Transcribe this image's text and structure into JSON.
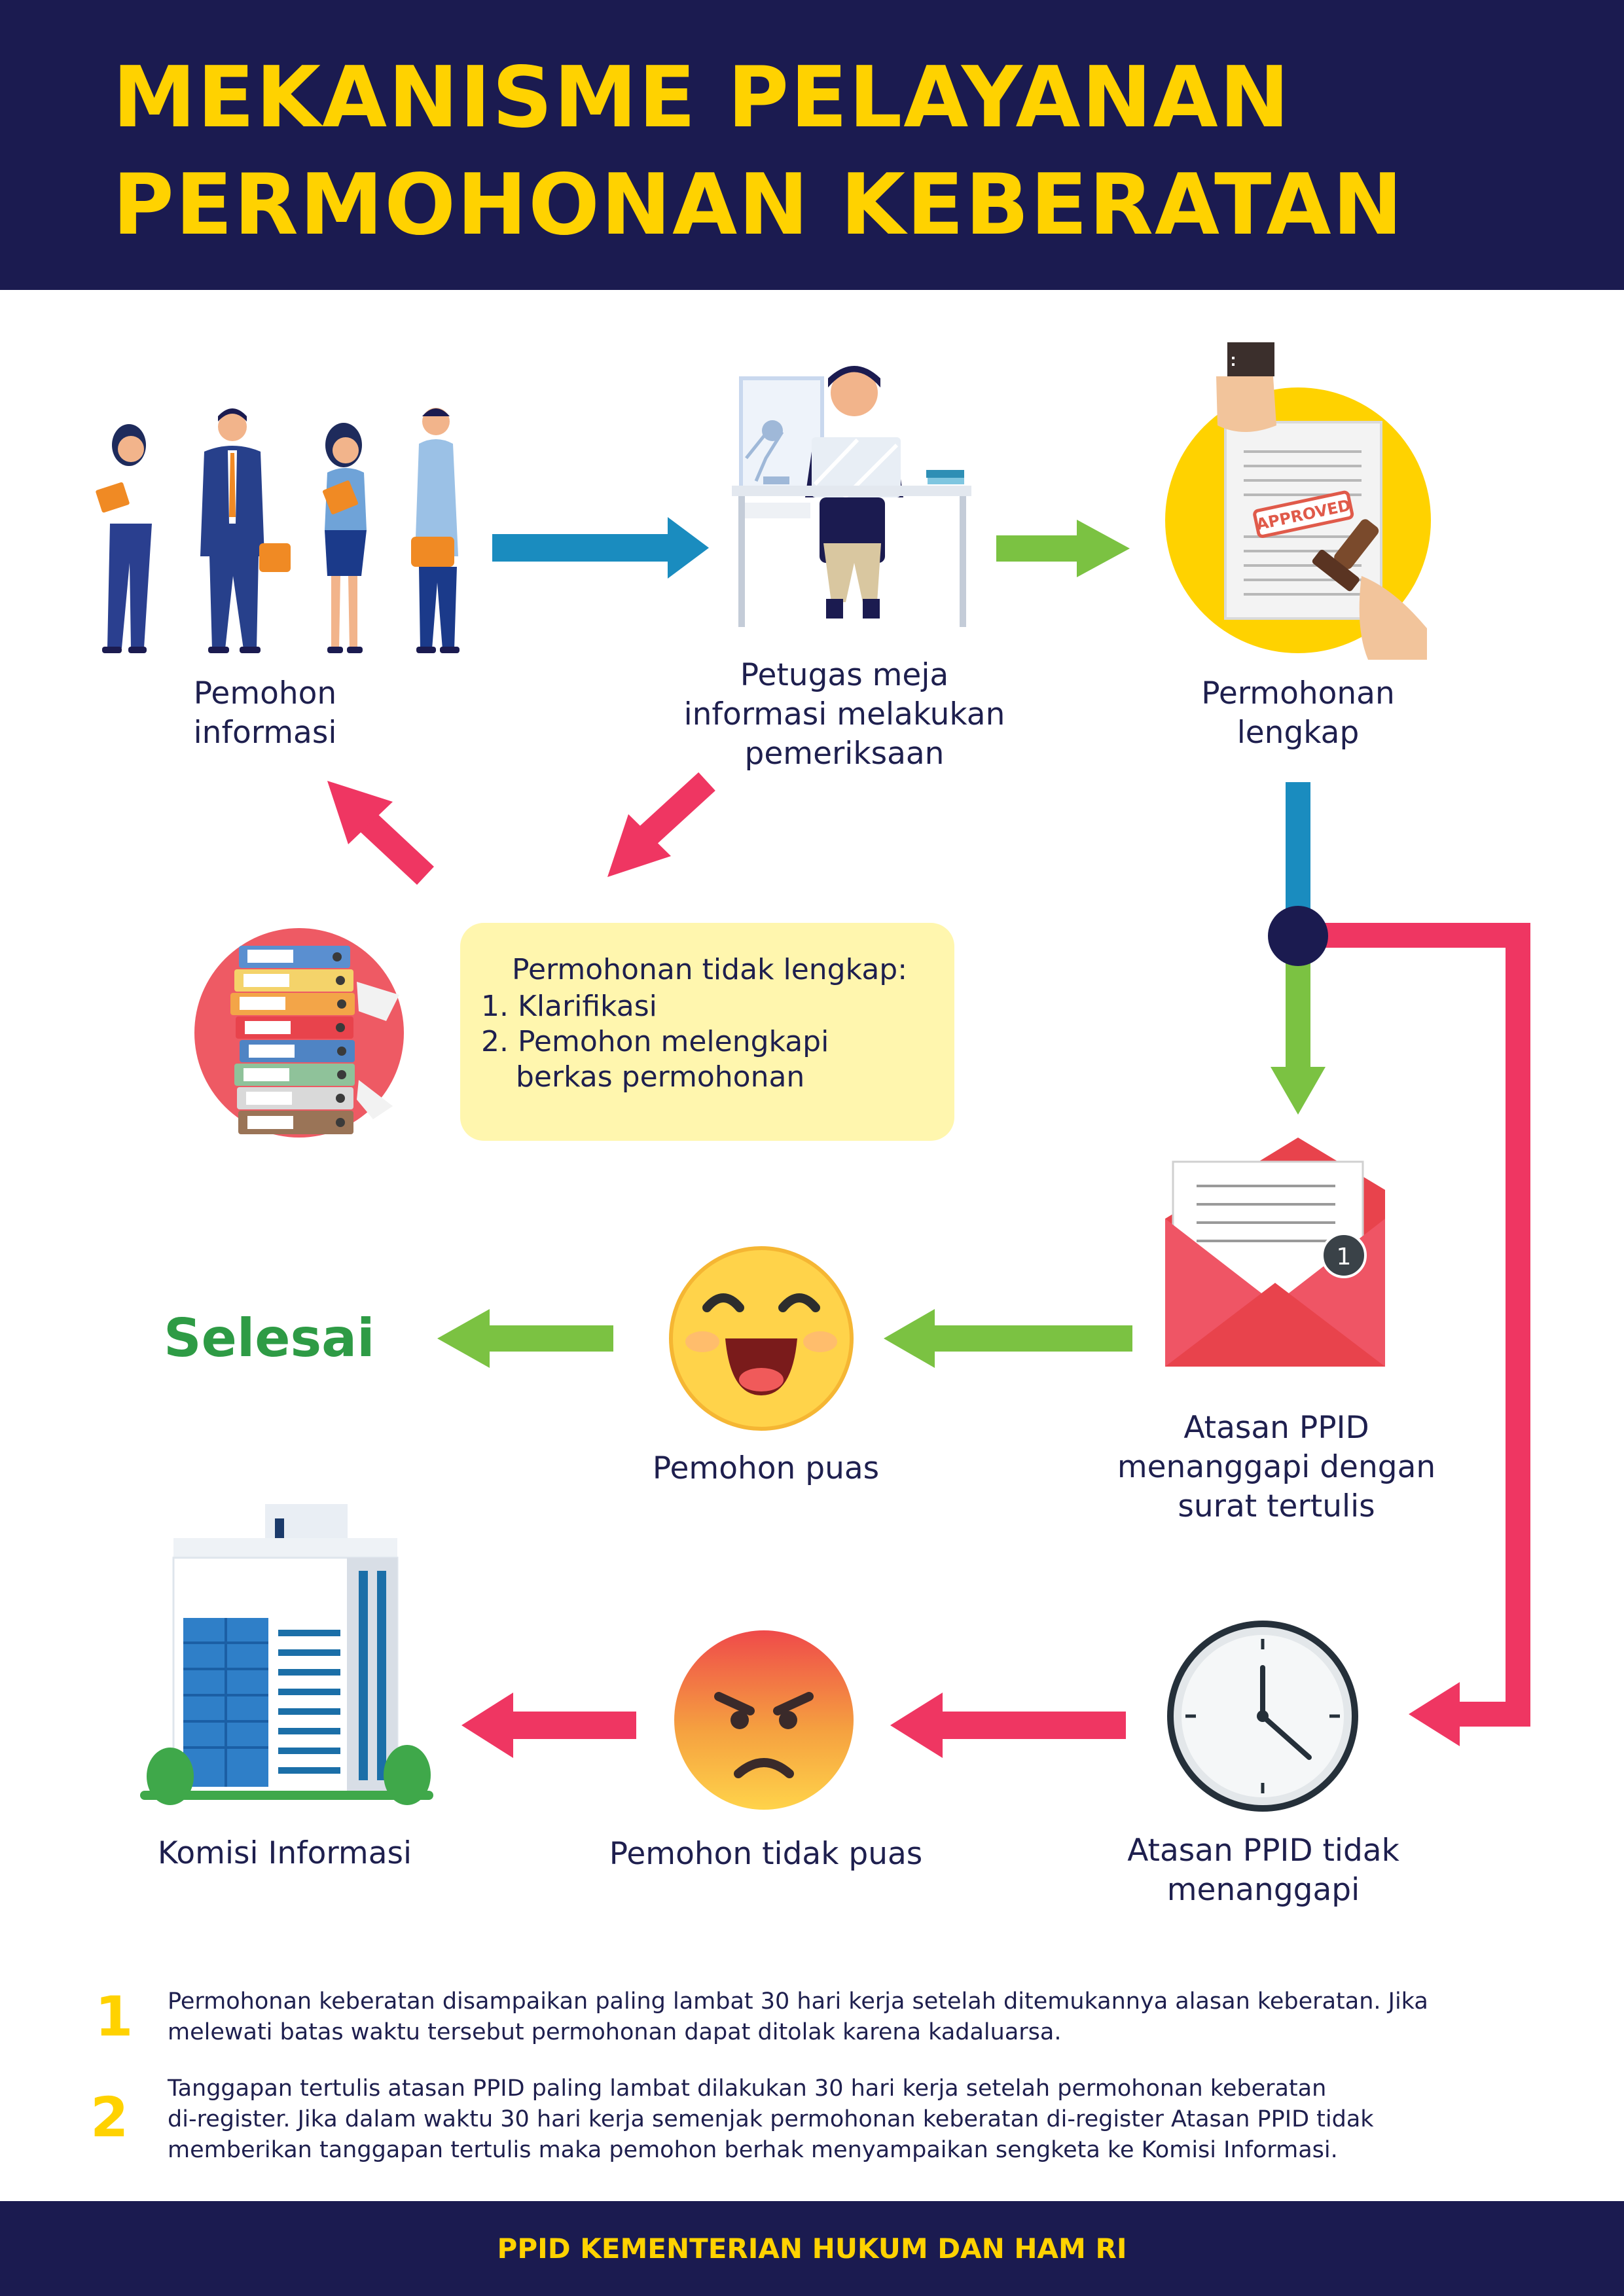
{
  "title": {
    "line1": "MEKANISME PELAYANAN",
    "line2": "PERMOHONAN KEBERATAN"
  },
  "steps": {
    "pemohon": [
      "Pemohon",
      "informasi"
    ],
    "petugas": [
      "Petugas meja",
      "informasi melakukan",
      "pemeriksaan"
    ],
    "lengkap": [
      "Permohonan",
      "lengkap"
    ],
    "atasan_tanggap": [
      "Atasan PPID",
      "menanggapi dengan",
      "surat tertulis"
    ],
    "puas": "Pemohon puas",
    "selesai": "Selesai",
    "atasan_tidak": [
      "Atasan PPID tidak",
      "menanggapi"
    ],
    "tidak_puas": "Pemohon tidak puas",
    "komisi": "Komisi Informasi"
  },
  "note": {
    "heading": "Permohonan tidak lengkap:",
    "items": [
      "1. Klarifikasi",
      "2. Pemohon melengkapi",
      "berkas permohonan"
    ]
  },
  "stamp_text": "APPROVED",
  "badge_count": "1",
  "footnotes": [
    {
      "num": "1",
      "lines": [
        "Permohonan keberatan disampaikan paling lambat 30 hari kerja setelah ditemukannya alasan keberatan. Jika",
        "melewati batas waktu tersebut permohonan dapat ditolak karena kadaluarsa."
      ]
    },
    {
      "num": "2",
      "lines": [
        "Tanggapan tertulis atasan PPID paling lambat dilakukan 30 hari kerja setelah permohonan keberatan",
        "di-register. Jika dalam waktu 30 hari kerja semenjak permohonan keberatan di-register Atasan PPID tidak",
        "memberikan tanggapan tertulis maka pemohon berhak menyampaikan sengketa ke Komisi Informasi."
      ]
    }
  ],
  "footer": "PPID KEMENTERIAN HUKUM DAN HAM RI",
  "colors": {
    "navy": "#1b1b50",
    "yellow": "#ffd200",
    "blue_arrow": "#1a8cbf",
    "green_arrow": "#7bc242",
    "pink_arrow": "#ef3662",
    "note_bg": "#fff6ae",
    "selesai_green": "#2e9b45"
  }
}
